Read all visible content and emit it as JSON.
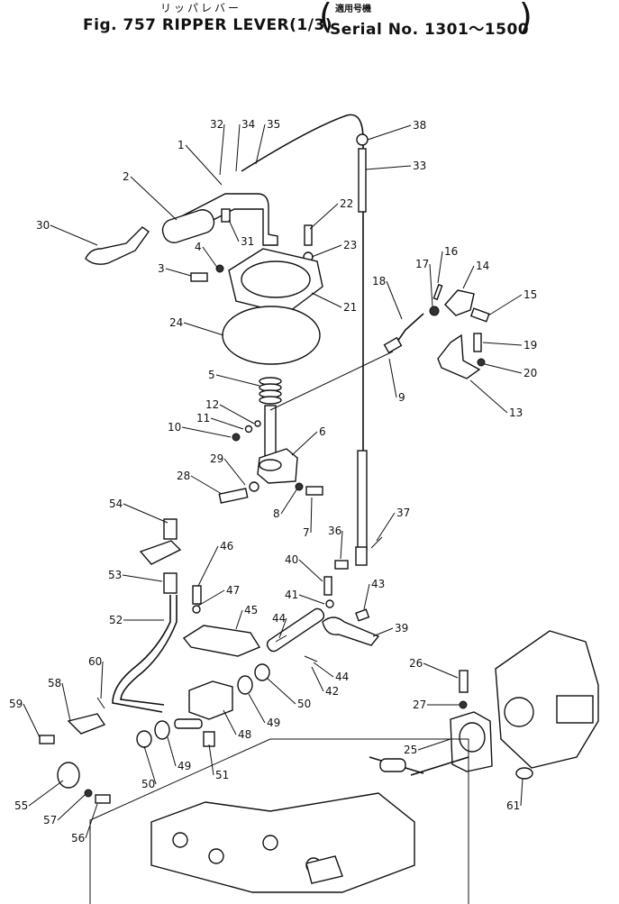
{
  "header": {
    "jp_title": "リッパレバー",
    "title": "Fig. 757 RIPPER LEVER(1/3)",
    "serial_note": "適用号機",
    "serial": "Serial No. 1301～1500"
  },
  "callouts": [
    {
      "label": "32"
    },
    {
      "label": "34"
    },
    {
      "label": "35"
    },
    {
      "label": "38"
    },
    {
      "label": "1"
    },
    {
      "label": "33"
    },
    {
      "label": "2"
    },
    {
      "label": "22"
    },
    {
      "label": "30"
    },
    {
      "label": "31"
    },
    {
      "label": "23"
    },
    {
      "label": "4"
    },
    {
      "label": "16"
    },
    {
      "label": "17"
    },
    {
      "label": "14"
    },
    {
      "label": "3"
    },
    {
      "label": "21"
    },
    {
      "label": "18"
    },
    {
      "label": "15"
    },
    {
      "label": "24"
    },
    {
      "label": "19"
    },
    {
      "label": "20"
    },
    {
      "label": "5"
    },
    {
      "label": "9"
    },
    {
      "label": "13"
    },
    {
      "label": "12"
    },
    {
      "label": "11"
    },
    {
      "label": "10"
    },
    {
      "label": "6"
    },
    {
      "label": "29"
    },
    {
      "label": "28"
    },
    {
      "label": "8"
    },
    {
      "label": "7"
    },
    {
      "label": "54"
    },
    {
      "label": "37"
    },
    {
      "label": "36"
    },
    {
      "label": "46"
    },
    {
      "label": "40"
    },
    {
      "label": "53"
    },
    {
      "label": "47"
    },
    {
      "label": "43"
    },
    {
      "label": "41"
    },
    {
      "label": "45"
    },
    {
      "label": "52"
    },
    {
      "label": "44"
    },
    {
      "label": "39"
    },
    {
      "label": "44"
    },
    {
      "label": "60"
    },
    {
      "label": "42"
    },
    {
      "label": "26"
    },
    {
      "label": "50"
    },
    {
      "label": "58"
    },
    {
      "label": "49"
    },
    {
      "label": "27"
    },
    {
      "label": "59"
    },
    {
      "label": "48"
    },
    {
      "label": "25"
    },
    {
      "label": "50"
    },
    {
      "label": "49"
    },
    {
      "label": "51"
    },
    {
      "label": "55"
    },
    {
      "label": "61"
    },
    {
      "label": "57"
    },
    {
      "label": "56"
    }
  ]
}
